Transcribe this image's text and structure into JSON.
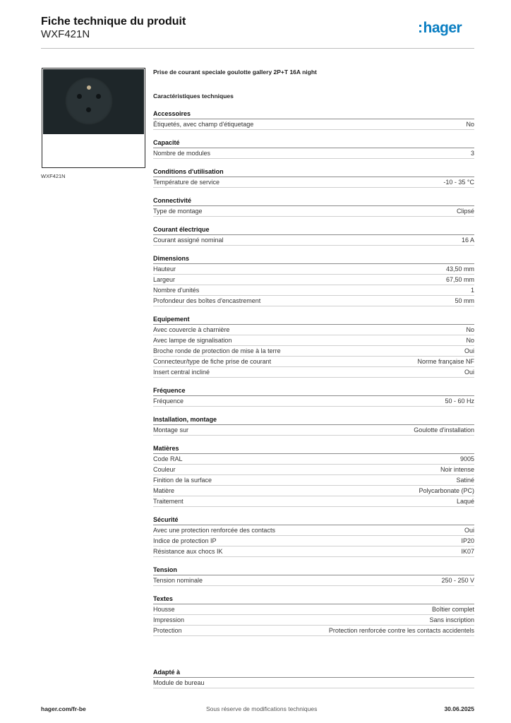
{
  "header": {
    "title": "Fiche technique du produit",
    "reference": "WXF421N",
    "logo_text": "hager",
    "logo_color": "#0a7ec2"
  },
  "image": {
    "caption": "WXF421N"
  },
  "product": {
    "name": "Prise de courant speciale goulotte gallery 2P+T 16A night",
    "spec_title": "Caractéristiques techniques"
  },
  "groups": [
    {
      "title": "Accessoires",
      "rows": [
        {
          "label": "Étiquetés, avec champ d'étiquetage",
          "value": "No"
        }
      ]
    },
    {
      "title": "Capacité",
      "rows": [
        {
          "label": "Nombre de modules",
          "value": "3"
        }
      ]
    },
    {
      "title": "Conditions d'utilisation",
      "rows": [
        {
          "label": "Température de service",
          "value": "-10 - 35 °C"
        }
      ]
    },
    {
      "title": "Connectivité",
      "rows": [
        {
          "label": "Type de montage",
          "value": "Clipsé"
        }
      ]
    },
    {
      "title": "Courant électrique",
      "rows": [
        {
          "label": "Courant assigné nominal",
          "value": "16 A"
        }
      ]
    },
    {
      "title": "Dimensions",
      "rows": [
        {
          "label": "Hauteur",
          "value": "43,50 mm"
        },
        {
          "label": "Largeur",
          "value": "67,50 mm"
        },
        {
          "label": "Nombre d'unités",
          "value": "1"
        },
        {
          "label": "Profondeur des boîtes d'encastrement",
          "value": "50 mm"
        }
      ]
    },
    {
      "title": "Equipement",
      "rows": [
        {
          "label": "Avec couvercle à charnière",
          "value": "No"
        },
        {
          "label": "Avec lampe de signalisation",
          "value": "No"
        },
        {
          "label": "Broche ronde de protection de mise à la terre",
          "value": "Oui"
        },
        {
          "label": "Connecteur/type de fiche prise de courant",
          "value": "Norme française NF"
        },
        {
          "label": "Insert central incliné",
          "value": "Oui"
        }
      ]
    },
    {
      "title": "Fréquence",
      "rows": [
        {
          "label": "Fréquence",
          "value": "50 - 60 Hz"
        }
      ]
    },
    {
      "title": "Installation, montage",
      "rows": [
        {
          "label": "Montage sur",
          "value": "Goulotte d'installation"
        }
      ]
    },
    {
      "title": "Matières",
      "rows": [
        {
          "label": "Code RAL",
          "value": "9005"
        },
        {
          "label": "Couleur",
          "value": "Noir intense"
        },
        {
          "label": "Finition de la surface",
          "value": "Satiné"
        },
        {
          "label": "Matière",
          "value": "Polycarbonate (PC)"
        },
        {
          "label": "Traitement",
          "value": "Laqué"
        }
      ]
    },
    {
      "title": "Sécurité",
      "rows": [
        {
          "label": "Avec une protection renforcée des contacts",
          "value": "Oui"
        },
        {
          "label": "Indice de protection IP",
          "value": "IP20"
        },
        {
          "label": "Résistance aux chocs IK",
          "value": "IK07"
        }
      ]
    },
    {
      "title": "Tension",
      "rows": [
        {
          "label": "Tension nominale",
          "value": "250 - 250 V"
        }
      ]
    },
    {
      "title": "Textes",
      "rows": [
        {
          "label": "Housse",
          "value": "Boîtier complet"
        },
        {
          "label": "Impression",
          "value": "Sans inscription"
        },
        {
          "label": "Protection",
          "value": "Protection renforcée contre les contacts accidentels"
        }
      ]
    }
  ],
  "adapte": {
    "title": "Adapté à",
    "rows": [
      {
        "label": "Module de bureau",
        "value": ""
      }
    ]
  },
  "footer": {
    "left": "hager.com/fr-be",
    "center": "Sous réserve de modifications techniques",
    "right": "30.06.2025"
  }
}
